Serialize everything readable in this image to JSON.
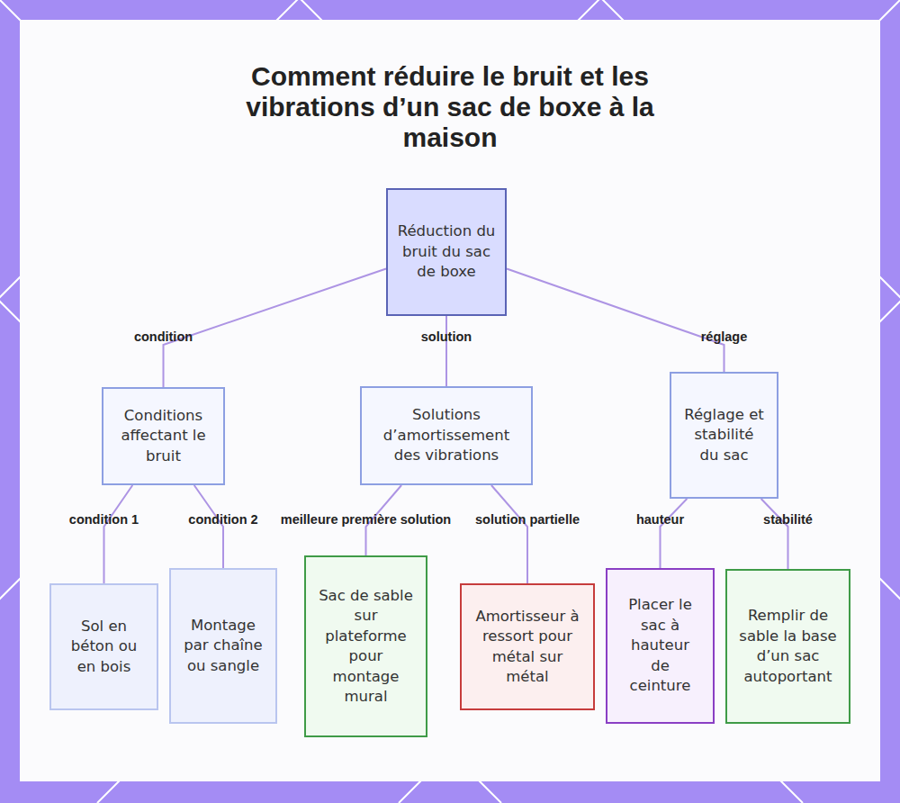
{
  "diagram": {
    "title": "Comment réduire le bruit et les vibrations d’un sac de boxe à la maison",
    "nodes": [
      {
        "text": [
          "Réduction du bruit du sac de boxe"
        ]
      },
      {
        "text": [
          "Conditions affectant le bruit"
        ]
      },
      {
        "text": [
          "Solutions d’amortissement des vibrations"
        ]
      },
      {
        "text": [
          "Réglage et stabilité du sac"
        ]
      },
      {
        "text": [
          "Sol en béton ou en bois"
        ]
      },
      {
        "text": [
          "Montage par chaîne ou sangle"
        ]
      },
      {
        "text": [
          "Sac de sable sur plateforme pour montage mural"
        ]
      },
      {
        "text": [
          "Amortisseur à ressort pour métal sur métal"
        ]
      },
      {
        "text": [
          "Placer le sac à hauteur de ceinture"
        ]
      },
      {
        "text": [
          "Remplir de sable la base d’un sac autoportant"
        ]
      }
    ],
    "edges": [
      {
        "from": 0,
        "to": 1,
        "label": "condition",
        "arrow": "none"
      },
      {
        "from": 0,
        "to": 2,
        "label": "solution",
        "arrow": "none"
      },
      {
        "from": 0,
        "to": 3,
        "label": "réglage",
        "arrow": "none"
      },
      {
        "from": 1,
        "to": 4,
        "label": "condition 1",
        "arrow": "none"
      },
      {
        "from": 1,
        "to": 5,
        "label": "condition 2",
        "arrow": "none"
      },
      {
        "from": 2,
        "to": 6,
        "label": "meilleure première solution",
        "arrow": "none"
      },
      {
        "from": 2,
        "to": 7,
        "label": "solution partielle",
        "arrow": "none"
      },
      {
        "from": 3,
        "to": 8,
        "label": "hauteur",
        "arrow": "none"
      },
      {
        "from": 3,
        "to": 9,
        "label": "stabilité",
        "arrow": "none"
      }
    ]
  }
}
